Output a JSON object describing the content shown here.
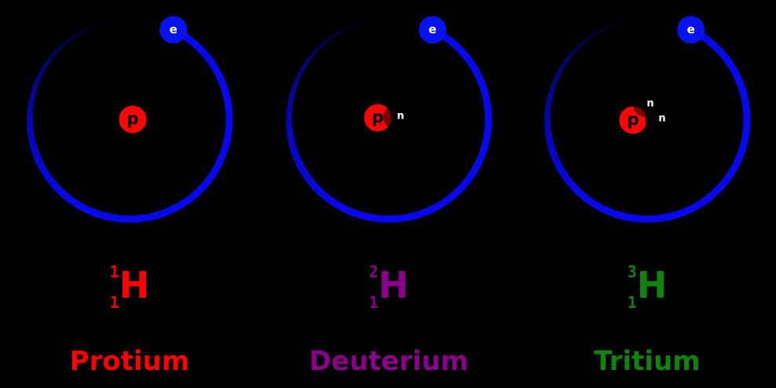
{
  "figure": {
    "background": "#000000"
  },
  "palette": {
    "orbit_blue": "#0808ee",
    "orbit_tail_dark": "#000030",
    "electron_blue": "#0613f0",
    "proton_red": "#fb0606",
    "neutron_overlay": "rgba(0,0,0,0.52)",
    "protium_red": "#ff0000",
    "deuterium_purple": "#8b008b",
    "tritium_green": "#0e830e"
  },
  "particles": {
    "proton_label": "p",
    "neutron_label": "n",
    "electron_label": "e"
  },
  "isotopes": [
    {
      "name": "Protium",
      "color": "#ff0000",
      "symbol": "H",
      "mass_number": "1",
      "atomic_number": "1",
      "protons": 1,
      "neutrons": 0,
      "electrons": 1
    },
    {
      "name": "Deuterium",
      "color": "#8b008b",
      "symbol": "H",
      "mass_number": "2",
      "atomic_number": "1",
      "protons": 1,
      "neutrons": 1,
      "electrons": 1
    },
    {
      "name": "Tritium",
      "color": "#0e830e",
      "symbol": "H",
      "mass_number": "3",
      "atomic_number": "1",
      "protons": 1,
      "neutrons": 2,
      "electrons": 1
    }
  ]
}
